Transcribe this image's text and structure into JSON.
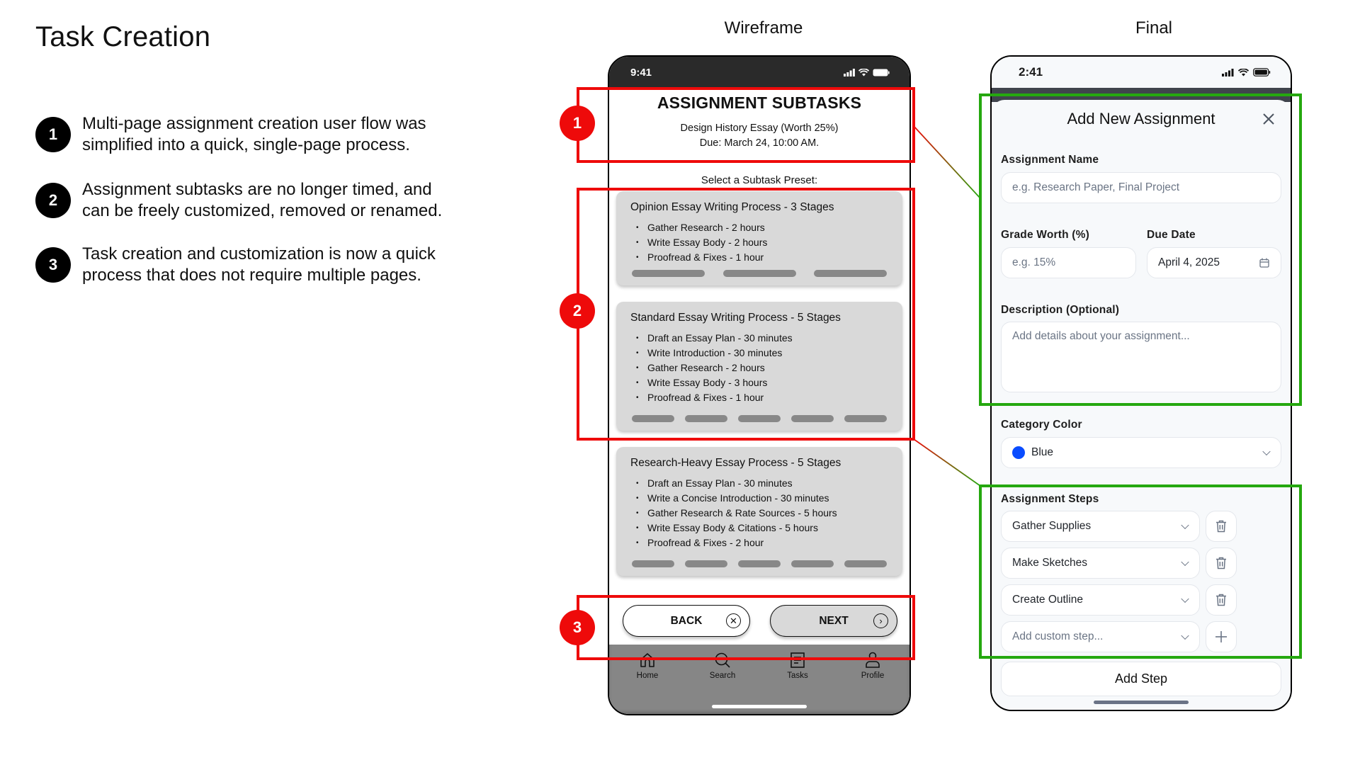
{
  "page": {
    "title": "Task Creation",
    "notes": [
      {
        "num": "1",
        "line1": "Multi-page assignment creation user flow was",
        "line2": "simplified into a quick, single-page process."
      },
      {
        "num": "2",
        "line1": "Assignment subtasks are no longer timed, and",
        "line2": "can be freely customized, removed or renamed."
      },
      {
        "num": "3",
        "line1": "Task creation and customization is now a quick",
        "line2": "process that does not require multiple pages."
      }
    ],
    "column_labels": {
      "wireframe": "Wireframe",
      "final": "Final"
    }
  },
  "annotations": {
    "badges": [
      "1",
      "2",
      "3"
    ],
    "highlight_red": "#ee0a0a",
    "highlight_green": "#25a80f"
  },
  "wireframe": {
    "status_time": "9:41",
    "title": "ASSIGNMENT SUBTASKS",
    "assignment_line": "Design History Essay (Worth 25%)",
    "due_line": "Due: March 24, 10:00 AM.",
    "select_label": "Select a Subtask Preset:",
    "presets": [
      {
        "title": "Opinion Essay Writing Process - 3 Stages",
        "steps": [
          "Gather Research - 2 hours",
          "Write Essay Body - 2 hours",
          "Proofread &  Fixes - 1 hour"
        ]
      },
      {
        "title": "Standard Essay Writing Process - 5 Stages",
        "steps": [
          "Draft an Essay Plan - 30 minutes",
          "Write Introduction - 30 minutes",
          "Gather Research - 2 hours",
          "Write Essay Body - 3 hours",
          "Proofread &  Fixes - 1 hour"
        ]
      },
      {
        "title": "Research-Heavy Essay Process - 5 Stages",
        "steps": [
          "Draft an Essay Plan - 30 minutes",
          "Write a Concise Introduction - 30 minutes",
          "Gather Research & Rate Sources - 5 hours",
          "Write Essay Body & Citations - 5 hours",
          "Proofread &  Fixes - 2 hour"
        ]
      }
    ],
    "back_label": "BACK",
    "next_label": "NEXT",
    "nav": [
      {
        "label": "Home",
        "icon": "home-icon"
      },
      {
        "label": "Search",
        "icon": "search-icon"
      },
      {
        "label": "Tasks",
        "icon": "tasks-icon"
      },
      {
        "label": "Profile",
        "icon": "profile-icon"
      }
    ]
  },
  "final": {
    "status_time": "2:41",
    "title": "Add New Assignment",
    "assignment_name": {
      "label": "Assignment Name",
      "placeholder": "e.g. Research Paper, Final Project"
    },
    "grade_worth": {
      "label": "Grade Worth (%)",
      "placeholder": "e.g. 15%"
    },
    "due_date": {
      "label": "Due Date",
      "value": "April 4, 2025"
    },
    "description": {
      "label": "Description (Optional)",
      "placeholder": "Add details about your assignment..."
    },
    "category_color": {
      "label": "Category Color",
      "value": "Blue",
      "swatch": "#0a4cff"
    },
    "steps_label": "Assignment Steps",
    "steps": [
      "Gather Supplies",
      "Make Sketches",
      "Create Outline"
    ],
    "custom_step_placeholder": "Add custom step...",
    "add_step_label": "Add Step"
  }
}
